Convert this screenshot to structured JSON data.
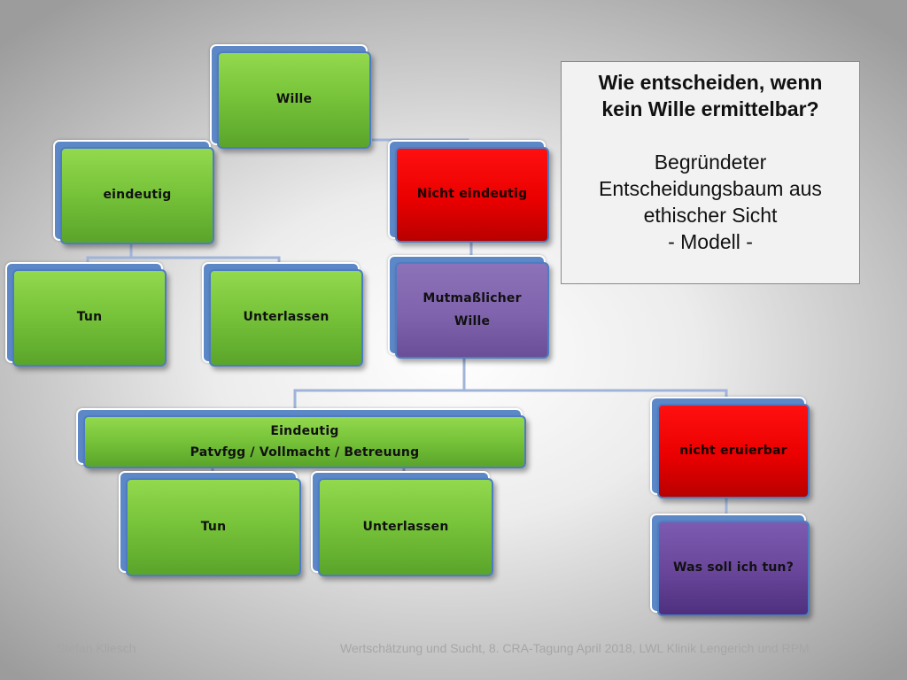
{
  "diagram": {
    "nodes": {
      "wille": "Wille",
      "eindeutig": "eindeutig",
      "nicht_eindeutig": "Nicht eindeutig",
      "tun_1": "Tun",
      "unterlassen_1": "Unterlassen",
      "mutmasslicher_wille": [
        "Mutmaßlicher",
        "Wille"
      ],
      "eindeutig_patvfgg": [
        "Eindeutig",
        "Patvfgg / Vollmacht / Betreuung"
      ],
      "tun_2": "Tun",
      "unterlassen_2": "Unterlassen",
      "nicht_eruierbar": "nicht eruierbar",
      "was_soll_ich_tun": "Was soll ich tun?"
    },
    "colors": {
      "green": "#78c43a",
      "red": "#ea0000",
      "purple": "#7f63ad",
      "dark_purple": "#684599",
      "back_blue": "#5d88c8",
      "connector": "#9fb4d8"
    }
  },
  "info_box": {
    "title_lines": [
      "Wie entscheiden, wenn",
      "kein Wille ermittelbar?"
    ],
    "body_lines": [
      "Begründeter",
      "Entscheidungsbaum aus",
      "ethischer Sicht",
      "- Modell -"
    ]
  },
  "footer": {
    "author": "Stefan Kliesch",
    "event": "Wertschätzung und Sucht,  8. CRA-Tagung April 2018, LWL Klinik Lengerich und RPM"
  }
}
